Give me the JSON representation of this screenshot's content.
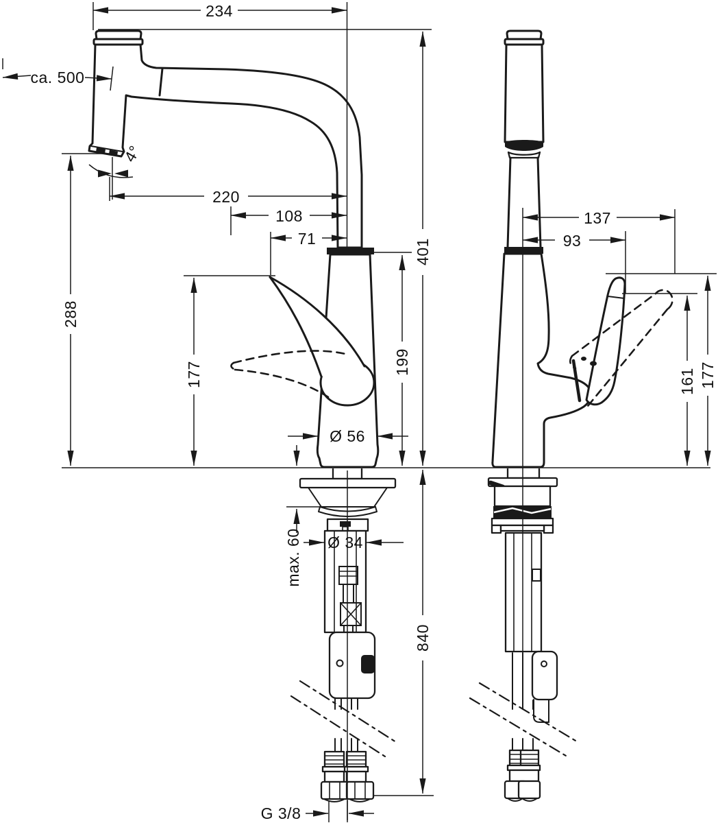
{
  "drawing": {
    "background": "#ffffff",
    "line_color": "#1a1a1a",
    "subject": "kitchen mixer tap with pull-out spray, two orthographic views with dimensions"
  },
  "front_view": {
    "spout_reach_top": "234",
    "hose_pullout": "ca. 500",
    "spout_angle": "4°",
    "spout_reach_outlet": "220",
    "handle_reach_open": "108",
    "handle_reach_closed": "71",
    "height_total": "401",
    "height_outlet": "288",
    "height_handle": "177",
    "height_body": "199",
    "base_diameter": "Ø 56",
    "mount_max_thickness": "max. 60",
    "shaft_diameter": "Ø 34",
    "hose_length_below": "840",
    "connection_thread": "G 3/8"
  },
  "side_view": {
    "depth_top": "137",
    "depth_handle": "93",
    "height_handle_tilted": "161",
    "height_handle_top": "177"
  }
}
